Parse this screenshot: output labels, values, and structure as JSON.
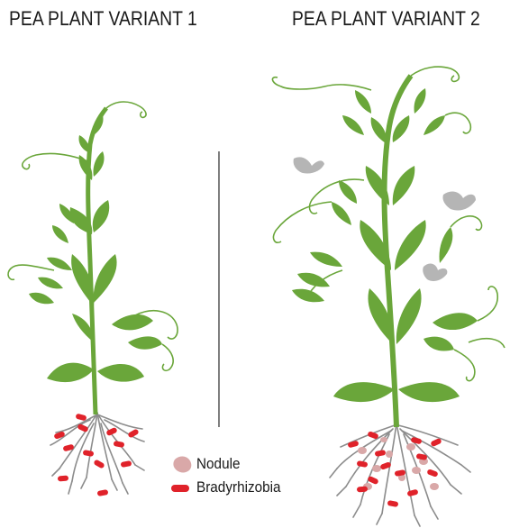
{
  "titles": {
    "variant1": "PEA PLANT VARIANT 1",
    "variant2": "PEA PLANT VARIANT 2"
  },
  "legend": {
    "nodule_label": "Nodule",
    "bradyrhizobia_label": "Bradyrhizobia"
  },
  "colors": {
    "plant_green": "#6aa63a",
    "root_gray": "#8c8c8c",
    "bradyrhizobia_red": "#e0222a",
    "nodule_pink": "#d9a8a8",
    "flower_gray": "#b5b5b5",
    "divider": "#555555"
  }
}
